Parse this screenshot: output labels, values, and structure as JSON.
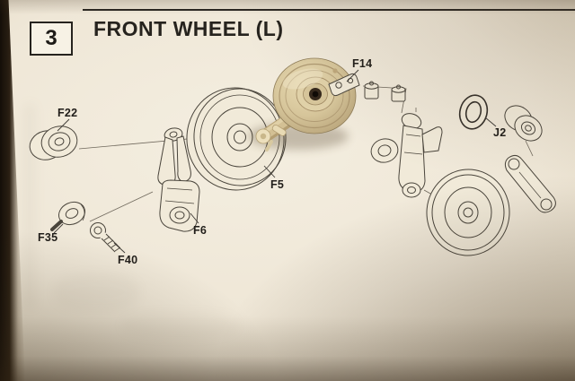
{
  "page": {
    "step_number": "3",
    "title": "FRONT WHEEL (L)"
  },
  "diagram": {
    "part_labels": {
      "f22": "F22",
      "f14": "F14",
      "j2": "J2",
      "f5": "F5",
      "f6": "F6",
      "f35": "F35",
      "f40": "F40"
    }
  },
  "colors": {
    "paper": "#efe7d7",
    "ink": "#26231e",
    "line_art": "#4a453c",
    "part_plastic_tan": "#d6c59a",
    "photo_edge_dark": "#140e08"
  }
}
